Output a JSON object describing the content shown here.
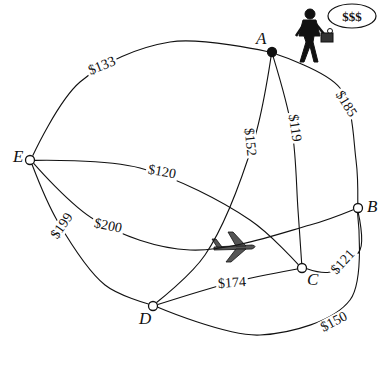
{
  "diagram": {
    "nodes": [
      {
        "text": [
          "A"
        ]
      },
      {
        "text": [
          "B"
        ]
      },
      {
        "text": [
          "C"
        ]
      },
      {
        "text": [
          "D"
        ]
      },
      {
        "text": [
          "E"
        ]
      }
    ],
    "edges": [
      {
        "from": 0,
        "to": 4,
        "label": "$133",
        "arrow": "none"
      },
      {
        "from": 0,
        "to": 1,
        "label": "$185",
        "arrow": "none"
      },
      {
        "from": 0,
        "to": 2,
        "label": "$119",
        "arrow": "none"
      },
      {
        "from": 0,
        "to": 3,
        "label": "$152",
        "arrow": "none"
      },
      {
        "from": 4,
        "to": 2,
        "label": "$120",
        "arrow": "none"
      },
      {
        "from": 4,
        "to": 1,
        "label": "$200",
        "arrow": "none"
      },
      {
        "from": 4,
        "to": 3,
        "label": "$199",
        "arrow": "none"
      },
      {
        "from": 3,
        "to": 2,
        "label": "$174",
        "arrow": "none"
      },
      {
        "from": 1,
        "to": 2,
        "label": "$121",
        "arrow": "none"
      },
      {
        "from": 3,
        "to": 1,
        "label": "$150",
        "arrow": "none"
      }
    ],
    "labels": [
      "$$$"
    ]
  }
}
